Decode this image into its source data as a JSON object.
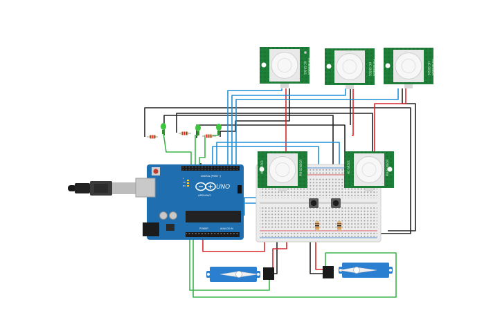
{
  "board": {
    "brand": "ARDUINO",
    "model": "UNO",
    "digital_label": "DIGITAL (PWM ~)",
    "power_label": "POWER",
    "analog_label": "ANALOG IN",
    "tx_label": "TX",
    "rx_label": "RX",
    "l_label": "L"
  },
  "pir_labels": {
    "side_a": "HC-SR501",
    "side_b": "PIR-SENSOR"
  },
  "colors": {
    "board": "#1f6fb0",
    "pcb_green": "#1e7f38",
    "wire_black": "#222222",
    "wire_red": "#d8262b",
    "wire_blue": "#1e90d6",
    "wire_green": "#3bb34a",
    "led": "#3fc43f",
    "servo": "#2a7fd0",
    "breadboard": "#ececec"
  },
  "icons": [
    "usb-plug-icon",
    "pir-dome-icon",
    "servo-horn-icon",
    "push-button-icon",
    "resistor-icon",
    "led-icon"
  ]
}
